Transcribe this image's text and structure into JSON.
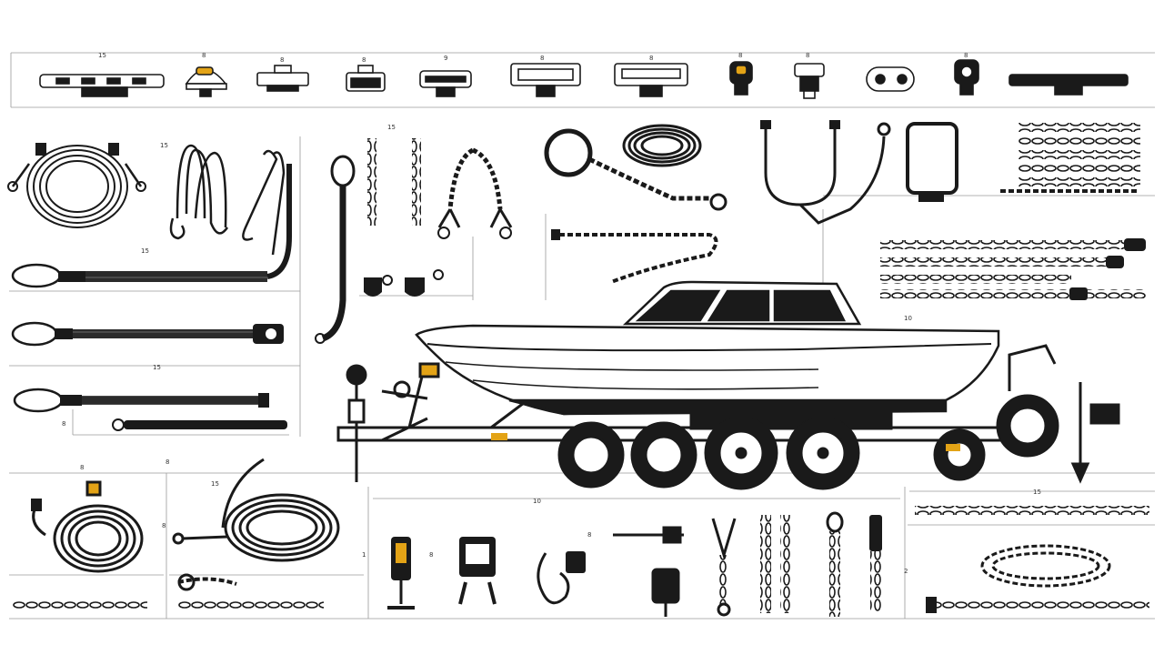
{
  "title": "",
  "colors": {
    "ink": "#1a1a1a",
    "amber": "#e3a316",
    "paper": "#ffffff",
    "rule": "#9a9a9a"
  },
  "labels": {
    "top_row": [
      "15",
      "8",
      "8",
      "8",
      "9",
      "8",
      "8",
      "8",
      "8",
      "8"
    ],
    "rope_left": "15",
    "strap_left_mid": "15",
    "strap_left_low": "15",
    "hook_left": "8",
    "chains_center_top": "15",
    "boat": "10",
    "plug_left": "8",
    "cord_coil": "15",
    "bottom_dim": "10",
    "bottom_right_dim": "15",
    "misc_a": "1",
    "misc_b": "8",
    "misc_c": "8",
    "misc_d": "2",
    "misc_e": "8",
    "misc_f": "8"
  },
  "parts": [
    "tow-strap-coil",
    "bungee-hooks",
    "winch-strap",
    "ratchet-strap",
    "snap-hooks",
    "safety-chains",
    "winch-rope",
    "trailer-jack",
    "boat-on-trailer",
    "marker-lights",
    "wiring-harness",
    "shackles"
  ]
}
